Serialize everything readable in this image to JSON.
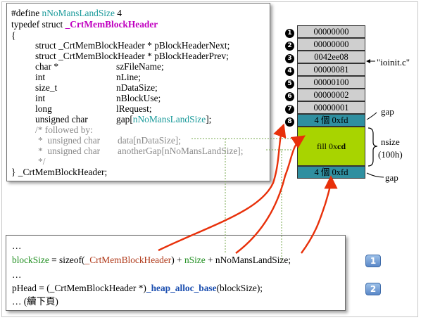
{
  "struct_code": {
    "line1_pre": "#define ",
    "line1_name": "nNoMansLandSize",
    "line1_val": " 4",
    "line2_pre": "typedef struct ",
    "line2_name": "_CrtMemBlockHeader",
    "line3": "{",
    "fields": [
      {
        "decl": "struct _CrtMemBlockHeader * pBlockHeaderNext;",
        "name": ""
      },
      {
        "decl": "struct _CrtMemBlockHeader * pBlockHeaderPrev;",
        "name": ""
      },
      {
        "decl": "char *",
        "name": "szFileName;"
      },
      {
        "decl": "int",
        "name": "nLine;"
      },
      {
        "decl": "size_t",
        "name": "nDataSize;"
      },
      {
        "decl": "int",
        "name": "nBlockUse;"
      },
      {
        "decl": "long",
        "name": "lRequest;"
      },
      {
        "decl": "unsigned char",
        "name": "gap["
      }
    ],
    "gap_name": "nNoMansLandSize",
    "gap_close": "];",
    "comment1": "/* followed by:",
    "comment2_decl": "*  unsigned char",
    "comment2_name": "data[nDataSize];",
    "comment3_decl": "*  unsigned char",
    "comment3_name": "anotherGap[nNoMansLandSize];",
    "comment4": "*/",
    "closing": "} _CrtMemBlockHeader;"
  },
  "memory": {
    "cells": [
      {
        "label": "00000000",
        "kind": "gray"
      },
      {
        "label": "00000000",
        "kind": "gray"
      },
      {
        "label": "0042ee08",
        "kind": "gray"
      },
      {
        "label": "00000081",
        "kind": "gray"
      },
      {
        "label": "00000100",
        "kind": "gray"
      },
      {
        "label": "00000002",
        "kind": "gray"
      },
      {
        "label": "00000001",
        "kind": "gray"
      },
      {
        "label": "4 個 0xfd",
        "kind": "gap"
      }
    ],
    "fill_label": "fill 0x",
    "fill_bold": "cd",
    "gap2_label": "4 個 0xfd",
    "numbers": [
      "1",
      "2",
      "3",
      "4",
      "5",
      "6",
      "7",
      "8"
    ],
    "annotation_ioinit": "\"ioinit.c\"",
    "annotation_gap1": "gap",
    "annotation_nsize": "nsize",
    "annotation_100h": "(100h)",
    "annotation_gap2": "gap"
  },
  "bottom_code": {
    "line1": "…",
    "line2_a": "blockSize",
    "line2_b": " = sizeof(",
    "line2_c": "_CrtMemBlockHeader",
    "line2_d": ") + ",
    "line2_e": "nSize",
    "line2_f": " + nNoMansLandSize;",
    "line3": "…",
    "line4_a": "pHead = (_CrtMemBlockHeader *)",
    "line4_b": "_heap_alloc_base",
    "line4_c": "(blockSize);",
    "line5": "… (續下頁)"
  },
  "badges": [
    "1",
    "2"
  ],
  "colors": {
    "teal": "#1a9a9a",
    "magenta": "#c000c0",
    "green": "#218f21",
    "dark_red": "#b03a1a",
    "blue": "#1c4fb0",
    "cell_gray": "#cfcfcf",
    "cell_gap": "#2f8fa0",
    "cell_fill": "#a8d400",
    "arrow_red": "#e8300a",
    "badge_blue": "#5b88c8"
  }
}
